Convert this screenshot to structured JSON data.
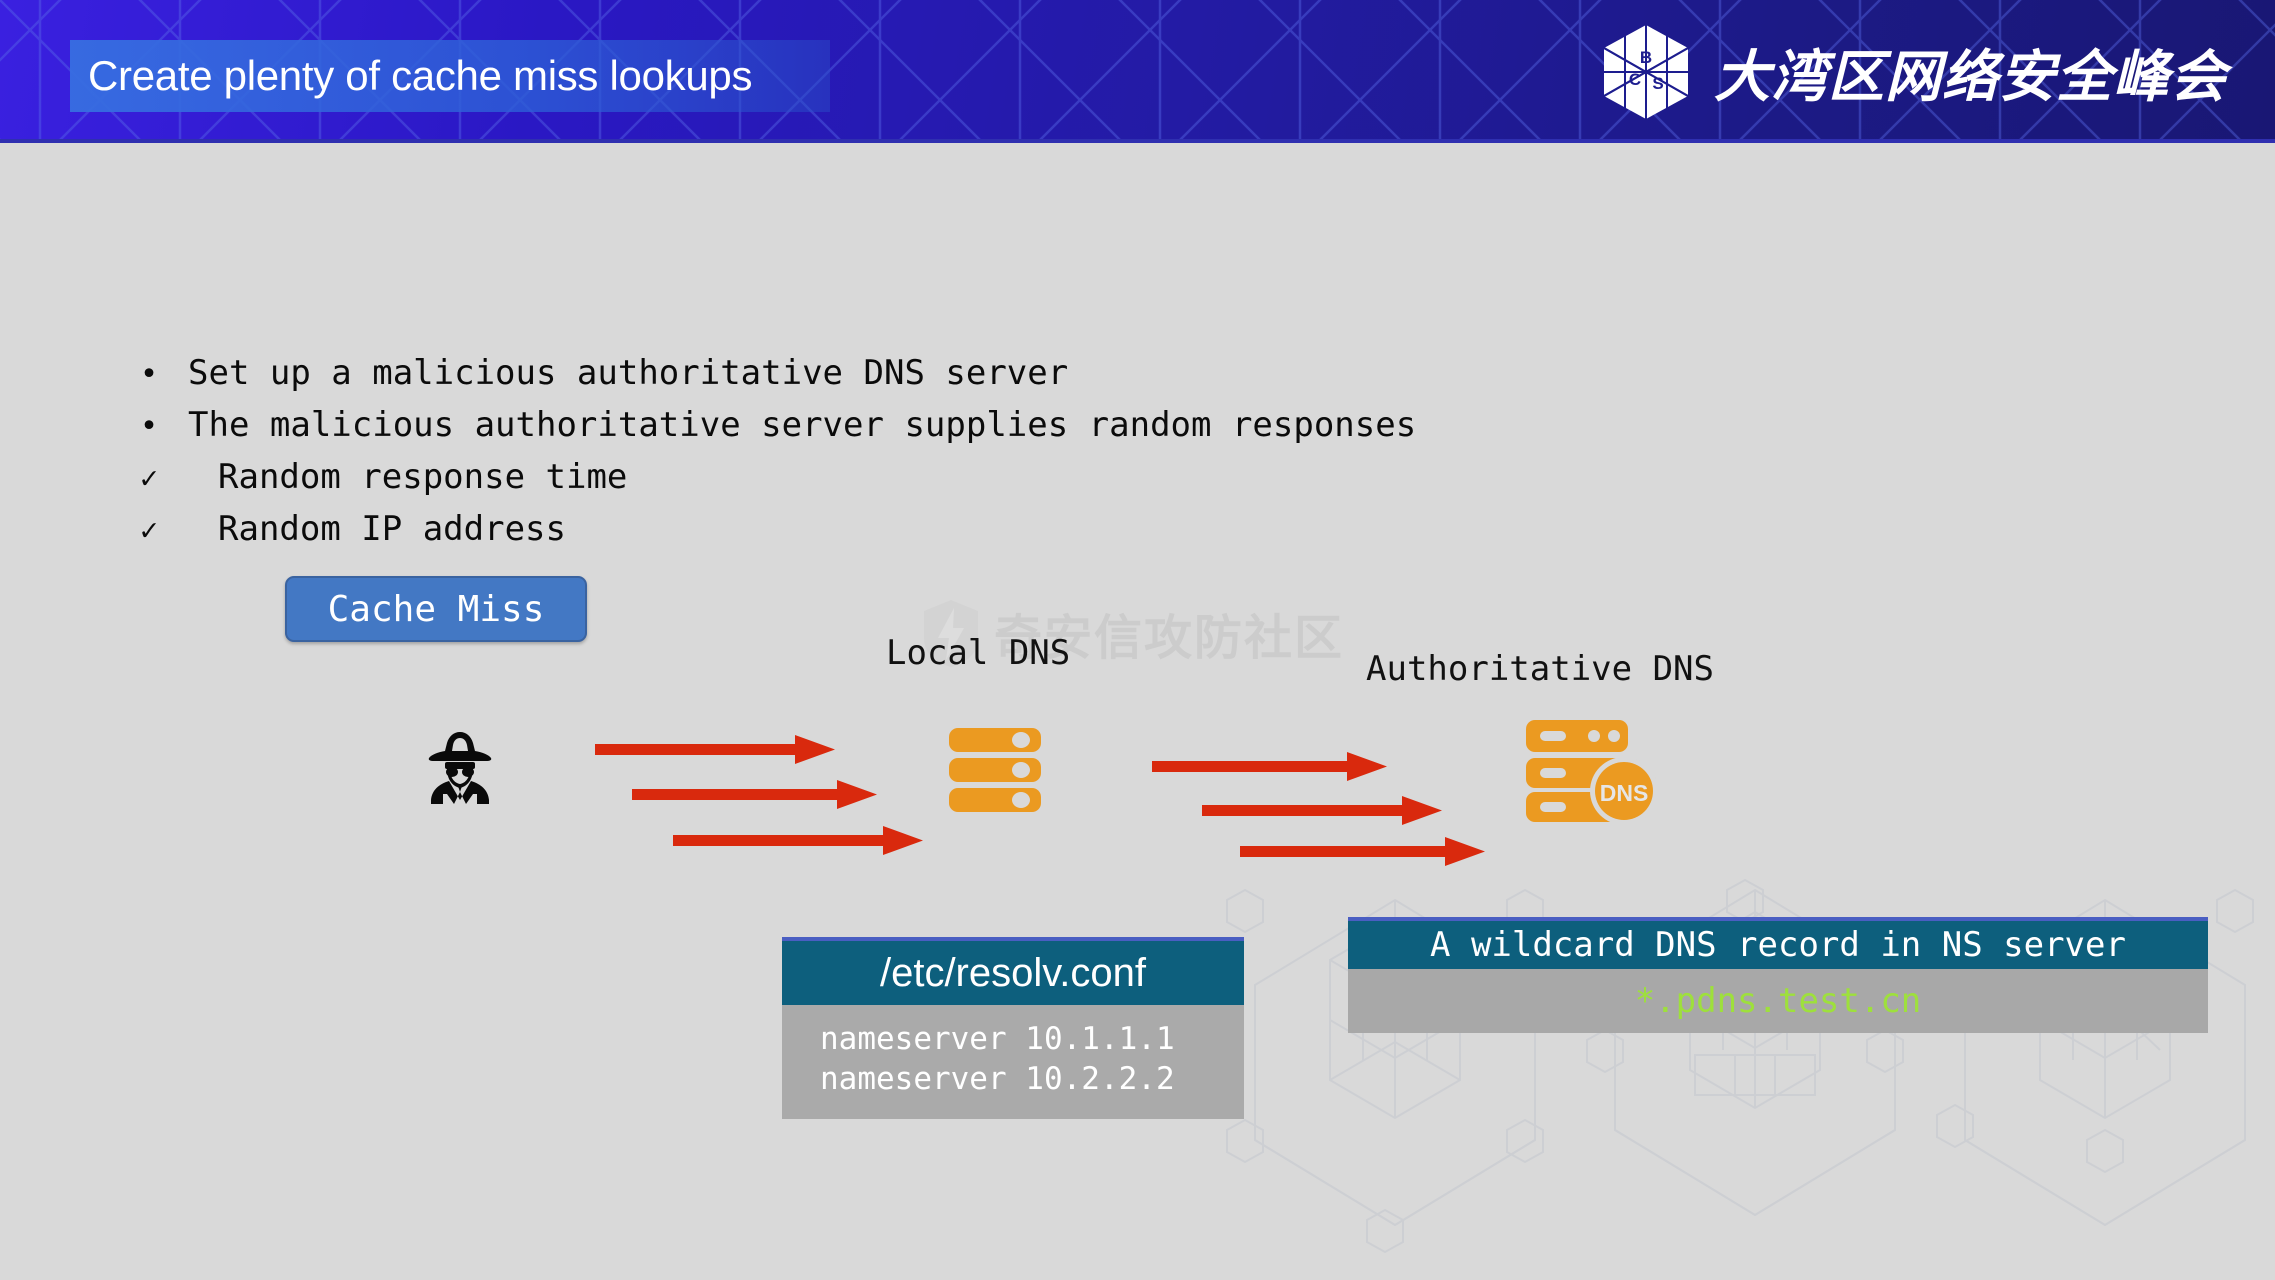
{
  "header": {
    "title": "Create plenty of cache miss lookups",
    "brand_name": "大湾区网络安全峰会",
    "brand_mark_letters": [
      "B",
      "C",
      "S"
    ],
    "gradient_from": "#3a20e0",
    "gradient_to": "#191774",
    "title_box_color": "#2f62d8"
  },
  "bullets": [
    {
      "marker": "•",
      "text": "Set up a malicious authoritative DNS server",
      "level": 1
    },
    {
      "marker": "•",
      "text": "The malicious authoritative server supplies random responses",
      "level": 1
    },
    {
      "marker": "✓",
      "text": "Random response time",
      "level": 2
    },
    {
      "marker": "✓",
      "text": "Random IP address",
      "level": 2
    }
  ],
  "cache_miss_badge": {
    "label": "Cache Miss",
    "fill": "#4378c4",
    "text_color": "#ffffff"
  },
  "watermark": {
    "text": "奇安信攻防社区",
    "color": "#c3c3c3"
  },
  "diagram": {
    "attacker_icon": "spy-attacker-icon",
    "local_dns_label": "Local DNS",
    "local_dns_icon": "server-stack-icon",
    "auth_dns_label": "Authoritative DNS",
    "auth_dns_icon": "dns-server-icon",
    "auth_dns_badge_text": "DNS",
    "arrow_color": "#d9290d",
    "icon_color": "#eb9a21",
    "arrows_left_count": 3,
    "arrows_right_count": 3
  },
  "resolv_panel": {
    "title": "/etc/resolv.conf",
    "lines": [
      "nameserver 10.1.1.1",
      "nameserver 10.2.2.2"
    ],
    "header_color": "#0d5f7d",
    "body_color": "#aaaaaa"
  },
  "wildcard_panel": {
    "title": "A wildcard DNS record in NS server",
    "record": "*.pdns.test.cn",
    "header_color": "#0d5f7d",
    "body_color": "#a8a8a8",
    "record_color": "#9ee03c"
  },
  "slide_background": "#d9d9d9"
}
